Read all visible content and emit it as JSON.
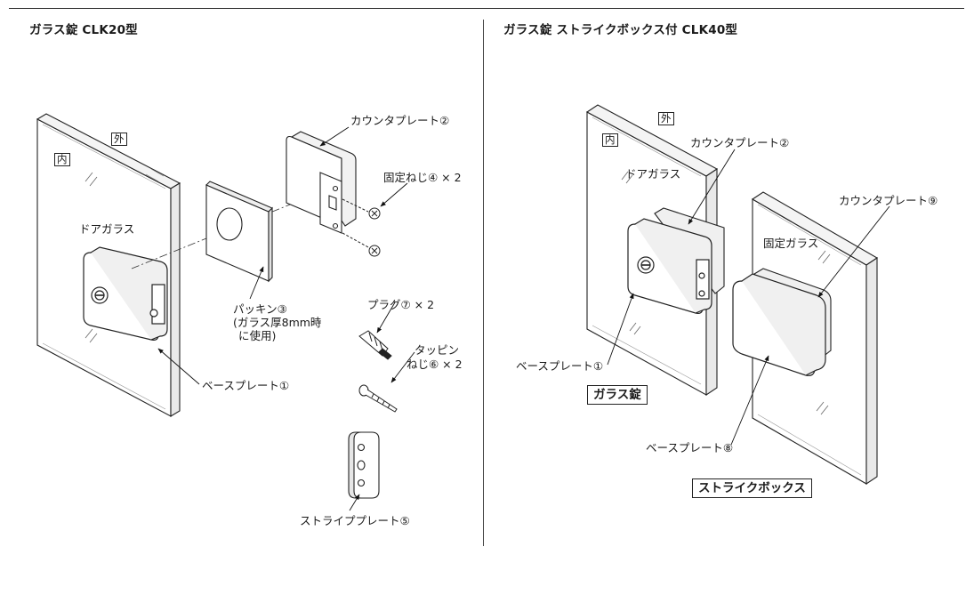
{
  "left": {
    "title": "ガラス錠 CLK20型",
    "outside_mark": "外",
    "inside_mark": "内",
    "door_glass": "ドアガラス",
    "counter_plate": "カウンタプレート②",
    "fixing_screw": "固定ねじ④ × 2",
    "packing_line1": "パッキン③",
    "packing_line2": "(ガラス厚8mm時",
    "packing_line3": "に使用)",
    "plug": "プラグ⑦ × 2",
    "tapping_line1": "タッピン",
    "tapping_line2": "ねじ⑥ × 2",
    "base_plate": "ベースプレート①",
    "stripe_plate": "ストライププレート⑤"
  },
  "right": {
    "title": "ガラス錠 ストライクボックス付 CLK40型",
    "outside_mark": "外",
    "inside_mark": "内",
    "door_glass": "ドアガラス",
    "counter_plate_2": "カウンタプレート②",
    "counter_plate_9": "カウンタプレート⑨",
    "fixed_glass": "固定ガラス",
    "base_plate_1": "ベースプレート①",
    "base_plate_8": "ベースプレート⑧",
    "glass_lock_box": "ガラス錠",
    "strike_box": "ストライクボックス"
  }
}
